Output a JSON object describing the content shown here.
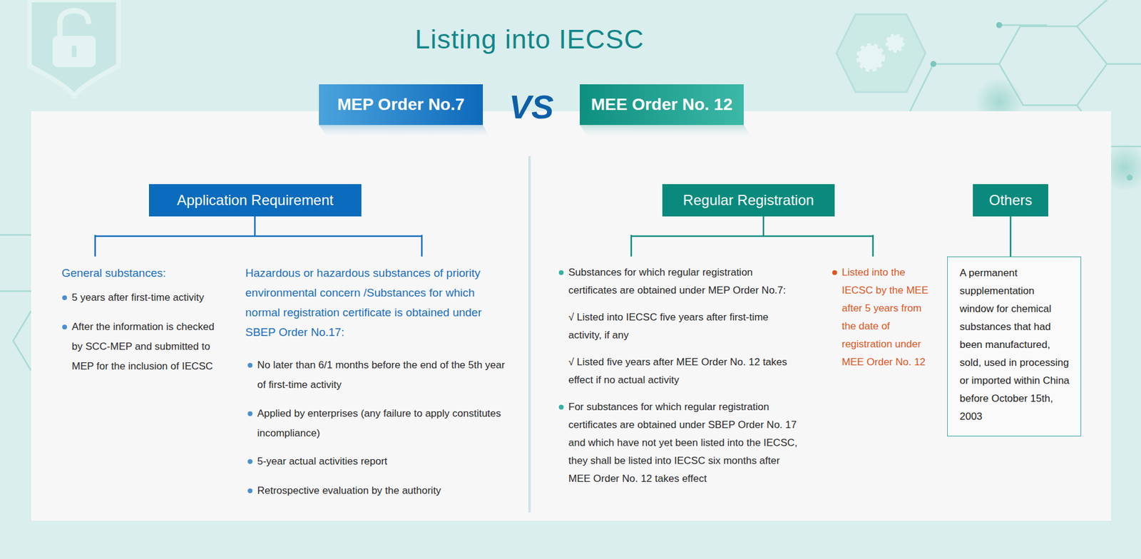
{
  "diagram": {
    "title": "Listing into IECSC",
    "nodes": [
      {
        "text": [
          "MEP Order No.7"
        ]
      },
      {
        "text": [
          "MEE Order No. 12"
        ]
      },
      {
        "text": [
          "Application Requirement"
        ]
      },
      {
        "text": [
          "Regular Registration"
        ]
      },
      {
        "text": [
          "Others"
        ]
      },
      {
        "text": [
          "A permanent supplementation window for chemical substances that had been manufactured, sold, used in processing or imported within China before October 15th, 2003"
        ]
      }
    ],
    "edges": [
      {
        "from": 4,
        "to": 5,
        "arrow": "none"
      }
    ],
    "labels": [
      "VS",
      "General substances:",
      "5 years after first-time activity",
      "After the information is checked by SCC-MEP and submitted to MEP for the inclusion of IECSC",
      "Hazardous or hazardous substances of priority environmental concern /Substances for which normal registration certificate is obtained under SBEP Order No.17:",
      "No later than 6/1 months before the end of the 5th year of first-time activity",
      "Applied by enterprises (any failure to apply constitutes incompliance)",
      "5-year actual activities report",
      "Retrospective evaluation by the authority",
      "Substances for which regular registration certificates are obtained under MEP Order No.7:",
      "√ Listed into IECSC five years after first-time activity, if any",
      "√ Listed five years after MEE Order No. 12 takes effect if no actual activity",
      "For substances for which regular registration certificates are obtained under SBEP Order No. 17 and which have not yet been listed into the IECSC, they shall be listed into IECSC six months after MEE Order No. 12 takes effect",
      "Listed into the IECSC by the MEE after 5 years from the date of registration under MEE Order No. 12"
    ]
  }
}
